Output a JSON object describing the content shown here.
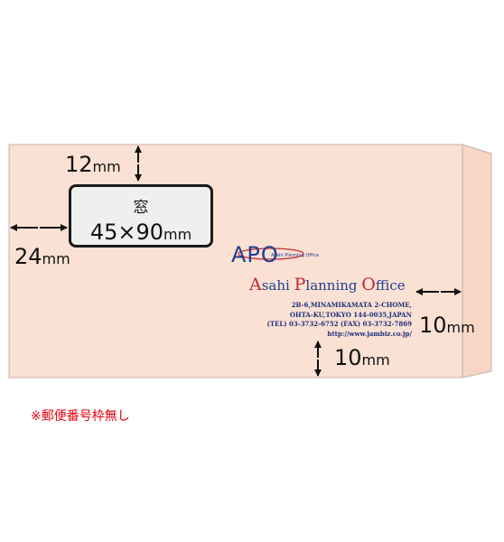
{
  "dimensions": {
    "top_margin": {
      "value": "12",
      "unit": "mm"
    },
    "left_margin": {
      "value": "24",
      "unit": "mm"
    },
    "right_margin": {
      "value": "10",
      "unit": "mm"
    },
    "bottom_margin": {
      "value": "10",
      "unit": "mm"
    }
  },
  "window": {
    "title": "窓",
    "size_value": "45×90",
    "size_unit": "mm"
  },
  "logo": {
    "letters": "APO",
    "subtext": "Asahi Planning Office"
  },
  "company": {
    "name_parts": [
      "A",
      "sahi ",
      "P",
      "lanning ",
      "O",
      "ffice"
    ]
  },
  "address": {
    "line1": "2B-6,MINAMIKAMATA 2-CHOME,",
    "line2": "OHTA-KU,TOKYO 144-0035,JAPAN",
    "line3": "(TEL) 03-3732-6752  (FAX) 03-3732-7869",
    "line4": "http://www.jambiz.co.jp/"
  },
  "note": "※郵便番号枠無し",
  "colors": {
    "envelope_fill": "#fbe1d4",
    "envelope_border": "#c9b0a4",
    "flap_fill": "#f7d6c6",
    "brand_blue": "#1f3f8f",
    "brand_red": "#c1272d",
    "note_red": "#e60012"
  }
}
